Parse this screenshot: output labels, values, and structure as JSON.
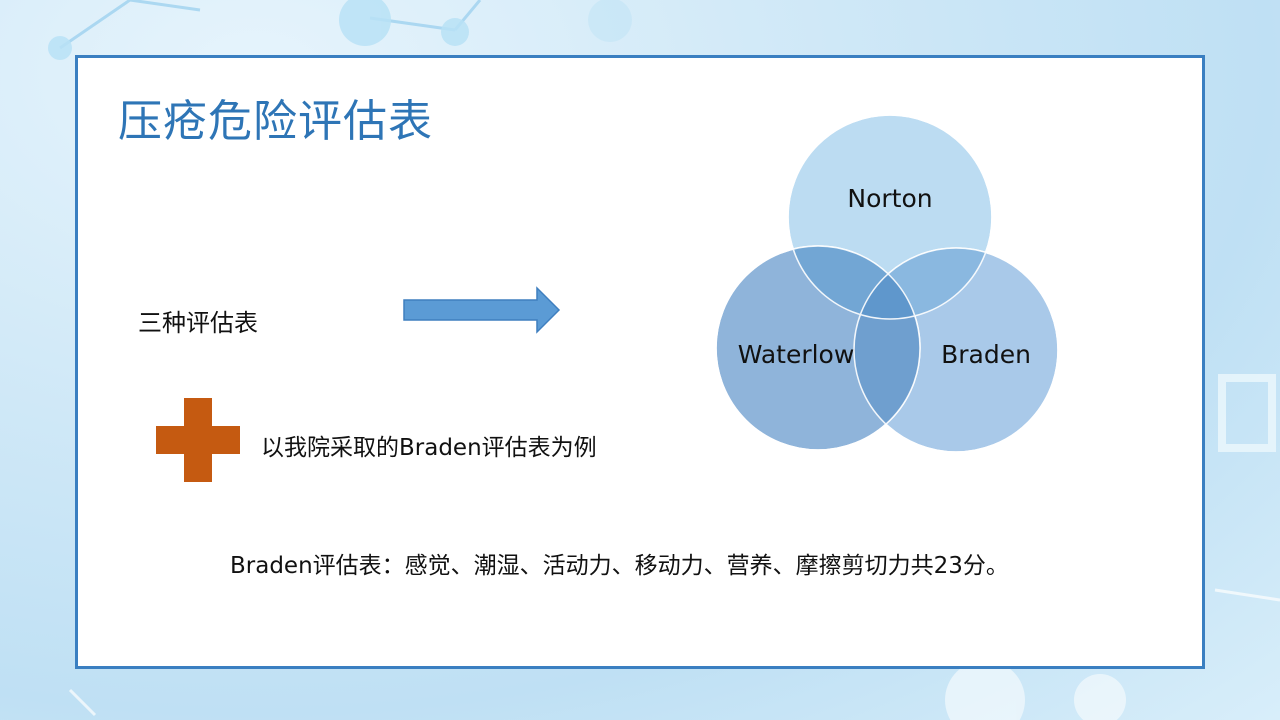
{
  "slide": {
    "title": "压疮危险评估表",
    "three_scales_label": "三种评估表",
    "example_text": "以我院采取的Braden评估表为例",
    "braden_description": "Braden评估表：感觉、潮湿、活动力、移动力、营养、摩擦剪切力共23分。"
  },
  "venn": {
    "circles": [
      {
        "label": "Norton",
        "color": "#bcdcf2"
      },
      {
        "label": "Waterlow",
        "color": "#6a9ccd"
      },
      {
        "label": "Braden",
        "color": "#8eb5df"
      }
    ]
  },
  "colors": {
    "title": "#2e75b6",
    "frame_border": "#3a7fc1",
    "arrow": "#5b9bd5",
    "cross": "#c55a11"
  },
  "icons": {
    "arrow": "right-arrow-icon",
    "cross": "medical-cross-icon"
  }
}
